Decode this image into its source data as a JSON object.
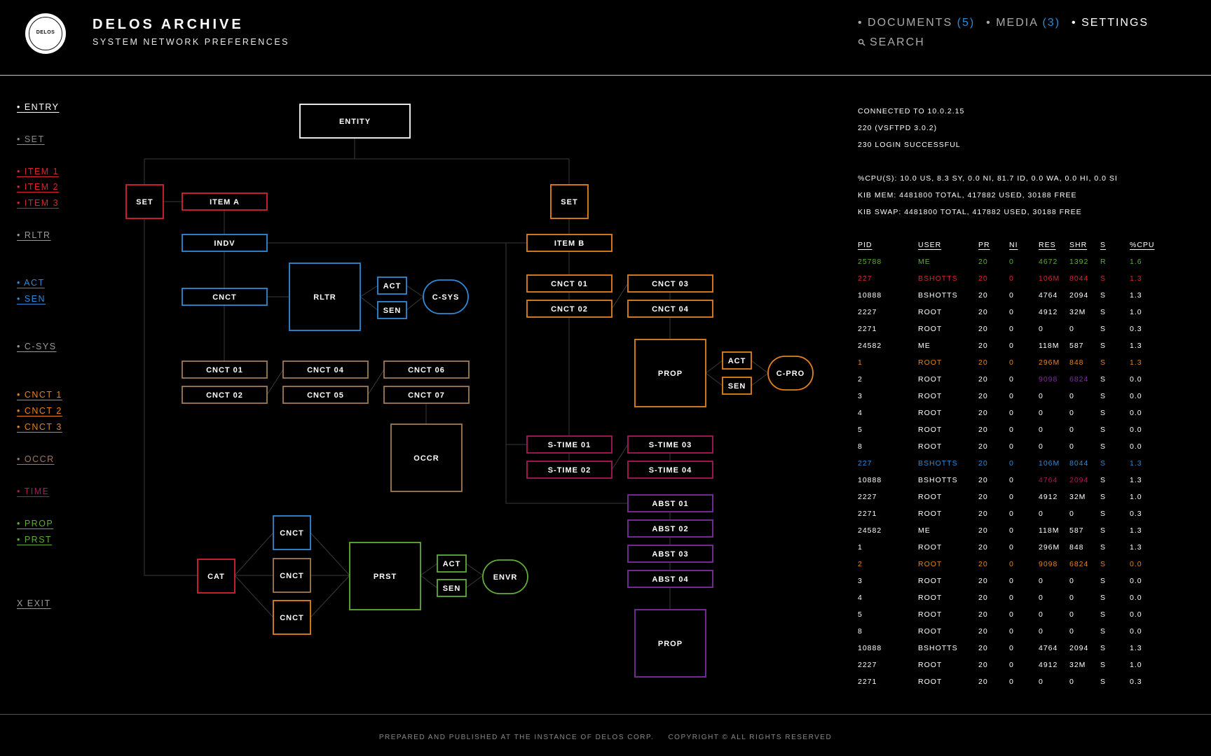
{
  "header": {
    "logo_text": "DELOS",
    "title": "DELOS ARCHIVE",
    "subtitle": "SYSTEM NETWORK PREFERENCES",
    "nav": [
      {
        "label": "DOCUMENTS",
        "count": "(5)",
        "active": false
      },
      {
        "label": "MEDIA",
        "count": "(3)",
        "active": false
      },
      {
        "label": "SETTINGS",
        "count": "",
        "active": true
      }
    ],
    "search_label": "SEARCH"
  },
  "colors": {
    "red": "#d8242e",
    "blue": "#2e8bd8",
    "orange": "#e6831f",
    "brown": "#a07a56",
    "magenta": "#a9185a",
    "green": "#5fae37",
    "purple": "#7c2e9e",
    "gray": "#9a9a9a",
    "white": "#ffffff"
  },
  "sidebar": [
    {
      "label": "• ENTRY",
      "color": "#ffffff"
    },
    {
      "label": "• SET",
      "color": "#8a8a8a"
    },
    {
      "label": "• ITEM 1",
      "color": "#d8242e"
    },
    {
      "label": "• ITEM 2",
      "color": "#d8242e"
    },
    {
      "label": "• ITEM 3",
      "color": "#d8242e"
    },
    {
      "label": "• RLTR",
      "color": "#9a9a9a"
    },
    {
      "label": "• ACT",
      "color": "#2e8bd8"
    },
    {
      "label": "• SEN",
      "color": "#2e8bd8"
    },
    {
      "label": "• C-SYS",
      "color": "#9a9a9a"
    },
    {
      "label": "• CNCT 1",
      "color": "#e6831f"
    },
    {
      "label": "• CNCT 2",
      "color": "#e6831f"
    },
    {
      "label": "• CNCT 3",
      "color": "#e6831f"
    },
    {
      "label": "• OCCR",
      "color": "#a07a56"
    },
    {
      "label": "• TIME",
      "color": "#a9185a"
    },
    {
      "label": "• PROP",
      "color": "#5fae37"
    },
    {
      "label": "• PRST",
      "color": "#5fae37"
    },
    {
      "label": "X EXIT",
      "color": "#9a9a9a"
    }
  ],
  "diagram": {
    "nodes": [
      {
        "id": "entity",
        "label": "ENTITY",
        "color": "white",
        "shape": "box"
      },
      {
        "id": "set1",
        "label": "SET",
        "color": "red",
        "shape": "box"
      },
      {
        "id": "itemA",
        "label": "ITEM A",
        "color": "red",
        "shape": "box"
      },
      {
        "id": "indv",
        "label": "INDV",
        "color": "blue",
        "shape": "box"
      },
      {
        "id": "cnct_b",
        "label": "CNCT",
        "color": "blue",
        "shape": "box"
      },
      {
        "id": "rltr",
        "label": "RLTR",
        "color": "blue",
        "shape": "box"
      },
      {
        "id": "act1",
        "label": "ACT",
        "color": "blue",
        "shape": "box"
      },
      {
        "id": "sen1",
        "label": "SEN",
        "color": "blue",
        "shape": "box"
      },
      {
        "id": "csys",
        "label": "C-SYS",
        "color": "blue",
        "shape": "pill"
      },
      {
        "id": "c01",
        "label": "CNCT 01",
        "color": "brown",
        "shape": "box"
      },
      {
        "id": "c02",
        "label": "CNCT 02",
        "color": "brown",
        "shape": "box"
      },
      {
        "id": "c04",
        "label": "CNCT 04",
        "color": "brown",
        "shape": "box"
      },
      {
        "id": "c05",
        "label": "CNCT 05",
        "color": "brown",
        "shape": "box"
      },
      {
        "id": "c06",
        "label": "CNCT 06",
        "color": "brown",
        "shape": "box"
      },
      {
        "id": "c07",
        "label": "CNCT 07",
        "color": "brown",
        "shape": "box"
      },
      {
        "id": "occr",
        "label": "OCCR",
        "color": "brown",
        "shape": "box"
      },
      {
        "id": "cat",
        "label": "CAT",
        "color": "red",
        "shape": "box"
      },
      {
        "id": "cn1",
        "label": "CNCT",
        "color": "blue",
        "shape": "box"
      },
      {
        "id": "cn2",
        "label": "CNCT",
        "color": "brown",
        "shape": "box"
      },
      {
        "id": "cn3",
        "label": "CNCT",
        "color": "orange",
        "shape": "box"
      },
      {
        "id": "prst",
        "label": "PRST",
        "color": "green",
        "shape": "box"
      },
      {
        "id": "act3",
        "label": "ACT",
        "color": "green",
        "shape": "box"
      },
      {
        "id": "sen3",
        "label": "SEN",
        "color": "green",
        "shape": "box"
      },
      {
        "id": "envr",
        "label": "ENVR",
        "color": "green",
        "shape": "pill"
      },
      {
        "id": "set2",
        "label": "SET",
        "color": "orange",
        "shape": "box"
      },
      {
        "id": "itemB",
        "label": "ITEM B",
        "color": "orange",
        "shape": "box"
      },
      {
        "id": "oc01",
        "label": "CNCT 01",
        "color": "orange",
        "shape": "box"
      },
      {
        "id": "oc02",
        "label": "CNCT 02",
        "color": "orange",
        "shape": "box"
      },
      {
        "id": "oc03",
        "label": "CNCT 03",
        "color": "orange",
        "shape": "box"
      },
      {
        "id": "oc04",
        "label": "CNCT 04",
        "color": "orange",
        "shape": "box"
      },
      {
        "id": "prop1",
        "label": "PROP",
        "color": "orange",
        "shape": "box"
      },
      {
        "id": "act2",
        "label": "ACT",
        "color": "orange",
        "shape": "box"
      },
      {
        "id": "sen2",
        "label": "SEN",
        "color": "orange",
        "shape": "box"
      },
      {
        "id": "cpro",
        "label": "C-PRO",
        "color": "orange",
        "shape": "pill"
      },
      {
        "id": "st01",
        "label": "S-TIME 01",
        "color": "magenta",
        "shape": "box"
      },
      {
        "id": "st02",
        "label": "S-TIME 02",
        "color": "magenta",
        "shape": "box"
      },
      {
        "id": "st03",
        "label": "S-TIME 03",
        "color": "magenta",
        "shape": "box"
      },
      {
        "id": "st04",
        "label": "S-TIME 04",
        "color": "magenta",
        "shape": "box"
      },
      {
        "id": "ab01",
        "label": "ABST 01",
        "color": "purple",
        "shape": "box"
      },
      {
        "id": "ab02",
        "label": "ABST 02",
        "color": "purple",
        "shape": "box"
      },
      {
        "id": "ab03",
        "label": "ABST 03",
        "color": "purple",
        "shape": "box"
      },
      {
        "id": "ab04",
        "label": "ABST 04",
        "color": "purple",
        "shape": "box"
      },
      {
        "id": "prop2",
        "label": "PROP",
        "color": "purple",
        "shape": "box"
      }
    ]
  },
  "connection": {
    "lines": [
      "CONNECTED TO 10.0.2.15",
      "220 (VSFTPD 3.0.2)",
      "230 LOGIN SUCCESSFUL",
      "%CPU(S): 10.0 US, 8.3 SY, 0.0 NI, 81.7 ID, 0.0 WA, 0.0 HI, 0.0 SI",
      "KIB MEM: 4481800 TOTAL, 417882 USED, 30188 FREE",
      "KIB SWAP: 4481800 TOTAL, 417882 USED, 30188 FREE"
    ]
  },
  "process_table": {
    "headers": [
      "PID",
      "USER",
      "PR",
      "NI",
      "RES",
      "SHR",
      "S",
      "%CPU"
    ],
    "rows": [
      {
        "cells": [
          "25788",
          "ME",
          "20",
          "0",
          "4672",
          "1392",
          "R",
          "1.6"
        ],
        "color": "#5fae37"
      },
      {
        "cells": [
          "227",
          "BSHOTTS",
          "20",
          "0",
          "106M",
          "8044",
          "S",
          "1.3"
        ],
        "color": "#d8242e"
      },
      {
        "cells": [
          "10888",
          "BSHOTTS",
          "20",
          "0",
          "4764",
          "2094",
          "S",
          "1.3"
        ]
      },
      {
        "cells": [
          "2227",
          "ROOT",
          "20",
          "0",
          "4912",
          "32M",
          "S",
          "1.0"
        ]
      },
      {
        "cells": [
          "2271",
          "ROOT",
          "20",
          "0",
          "0",
          "0",
          "S",
          "0.3"
        ]
      },
      {
        "cells": [
          "24582",
          "ME",
          "20",
          "0",
          "118M",
          "587",
          "S",
          "1.3"
        ]
      },
      {
        "cells": [
          "1",
          "ROOT",
          "20",
          "0",
          "296M",
          "848",
          "S",
          "1.3"
        ],
        "color": "#e6831f"
      },
      {
        "cells": [
          "2",
          "ROOT",
          "20",
          "0",
          "9098",
          "6824",
          "S",
          "0.0"
        ],
        "mid_color": "#7c2e9e"
      },
      {
        "cells": [
          "3",
          "ROOT",
          "20",
          "0",
          "0",
          "0",
          "S",
          "0.0"
        ]
      },
      {
        "cells": [
          "4",
          "ROOT",
          "20",
          "0",
          "0",
          "0",
          "S",
          "0.0"
        ]
      },
      {
        "cells": [
          "5",
          "ROOT",
          "20",
          "0",
          "0",
          "0",
          "S",
          "0.0"
        ]
      },
      {
        "cells": [
          "8",
          "ROOT",
          "20",
          "0",
          "0",
          "0",
          "S",
          "0.0"
        ]
      },
      {
        "cells": [
          "227",
          "BSHOTTS",
          "20",
          "0",
          "106M",
          "8044",
          "S",
          "1.3"
        ],
        "color": "#2e8bd8"
      },
      {
        "cells": [
          "10888",
          "BSHOTTS",
          "20",
          "0",
          "4764",
          "2094",
          "S",
          "1.3"
        ],
        "mid_color": "#a9185a"
      },
      {
        "cells": [
          "2227",
          "ROOT",
          "20",
          "0",
          "4912",
          "32M",
          "S",
          "1.0"
        ]
      },
      {
        "cells": [
          "2271",
          "ROOT",
          "20",
          "0",
          "0",
          "0",
          "S",
          "0.3"
        ]
      },
      {
        "cells": [
          "24582",
          "ME",
          "20",
          "0",
          "118M",
          "587",
          "S",
          "1.3"
        ]
      },
      {
        "cells": [
          "1",
          "ROOT",
          "20",
          "0",
          "296M",
          "848",
          "S",
          "1.3"
        ]
      },
      {
        "cells": [
          "2",
          "ROOT",
          "20",
          "0",
          "9098",
          "6824",
          "S",
          "0.0"
        ],
        "color": "#e6831f"
      },
      {
        "cells": [
          "3",
          "ROOT",
          "20",
          "0",
          "0",
          "0",
          "S",
          "0.0"
        ]
      },
      {
        "cells": [
          "4",
          "ROOT",
          "20",
          "0",
          "0",
          "0",
          "S",
          "0.0"
        ]
      },
      {
        "cells": [
          "5",
          "ROOT",
          "20",
          "0",
          "0",
          "0",
          "S",
          "0.0"
        ]
      },
      {
        "cells": [
          "8",
          "ROOT",
          "20",
          "0",
          "0",
          "0",
          "S",
          "0.0"
        ]
      },
      {
        "cells": [
          "10888",
          "BSHOTTS",
          "20",
          "0",
          "4764",
          "2094",
          "S",
          "1.3"
        ]
      },
      {
        "cells": [
          "2227",
          "ROOT",
          "20",
          "0",
          "4912",
          "32M",
          "S",
          "1.0"
        ]
      },
      {
        "cells": [
          "2271",
          "ROOT",
          "20",
          "0",
          "0",
          "0",
          "S",
          "0.3"
        ]
      }
    ]
  },
  "footer": {
    "left": "PREPARED AND PUBLISHED AT THE INSTANCE OF DELOS CORP.",
    "right": "COPYRIGHT © ALL RIGHTS RESERVED"
  }
}
